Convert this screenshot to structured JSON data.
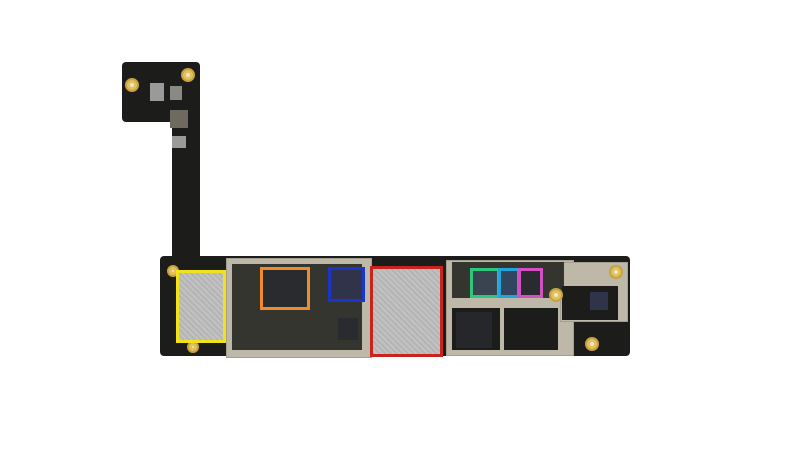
{
  "photo": {
    "subject": "logic-board",
    "background_color": "#ffffff",
    "highlights": [
      {
        "id": "yellow",
        "color": "#f2e21c"
      },
      {
        "id": "orange",
        "color": "#f08a2a"
      },
      {
        "id": "blue",
        "color": "#1c35c8"
      },
      {
        "id": "red",
        "color": "#c8231c"
      },
      {
        "id": "green",
        "color": "#2ec87a"
      },
      {
        "id": "cyan",
        "color": "#22a6d8"
      },
      {
        "id": "magenta",
        "color": "#d24fc4"
      }
    ]
  }
}
